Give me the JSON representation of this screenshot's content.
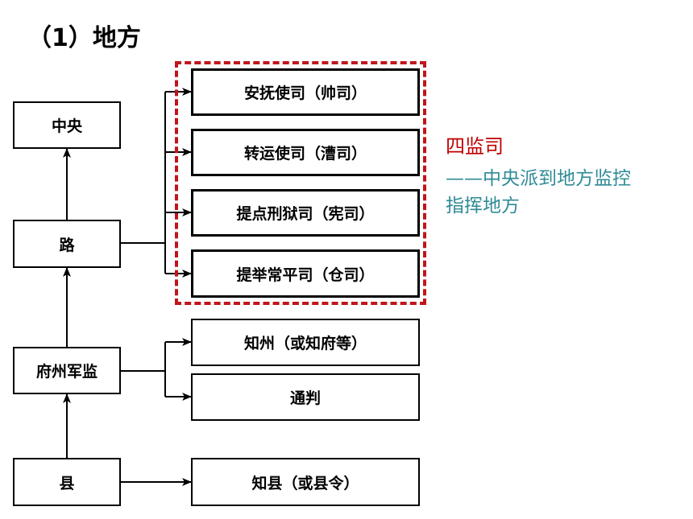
{
  "title": "（1）地方",
  "nodes": {
    "central": "中央",
    "lu": "路",
    "fuzhoujunjian": "府州军监",
    "county": "县"
  },
  "offices": [
    "安抚使司（帅司）",
    "转运使司（漕司）",
    "提点刑狱司（宪司）",
    "提举常平司（仓司）"
  ],
  "prefecture_officials": [
    "知州（或知府等）",
    "通判"
  ],
  "county_official": "知县（或县令）",
  "note": {
    "title": "四监司",
    "line1": "——中央派到地方监控",
    "line2": "指挥地方",
    "title_color": "#c00000",
    "text_color": "#2e8b96"
  },
  "frame_color": "#c0151b"
}
